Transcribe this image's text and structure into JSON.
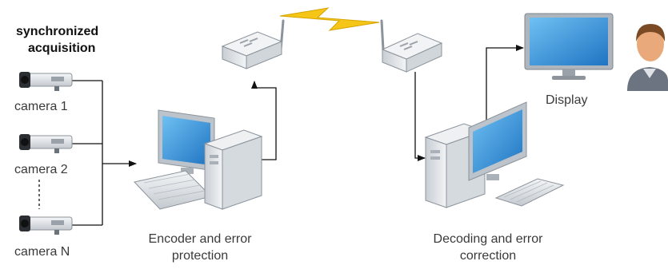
{
  "title": {
    "line1": "synchronized",
    "line2": "acquisition"
  },
  "cameras": [
    {
      "label": "camera 1"
    },
    {
      "label": "camera 2"
    },
    {
      "label": "camera N"
    }
  ],
  "encoder": {
    "line1": "Encoder and error",
    "line2": "protection"
  },
  "decoder": {
    "line1": "Decoding and error",
    "line2": "correction"
  },
  "display": {
    "label": "Display"
  },
  "colors": {
    "lightning": "#f5c518",
    "lightning_stroke": "#d6a400",
    "screen": "#2f8fd6",
    "arrow": "#111111",
    "device_body": "#dfe3e8",
    "person_shirt": "#6b7480",
    "person_skin": "#e9a97a"
  },
  "icons": [
    "camera-icon",
    "computer-icon",
    "router-icon",
    "lightning-icon",
    "monitor-icon",
    "person-icon"
  ]
}
